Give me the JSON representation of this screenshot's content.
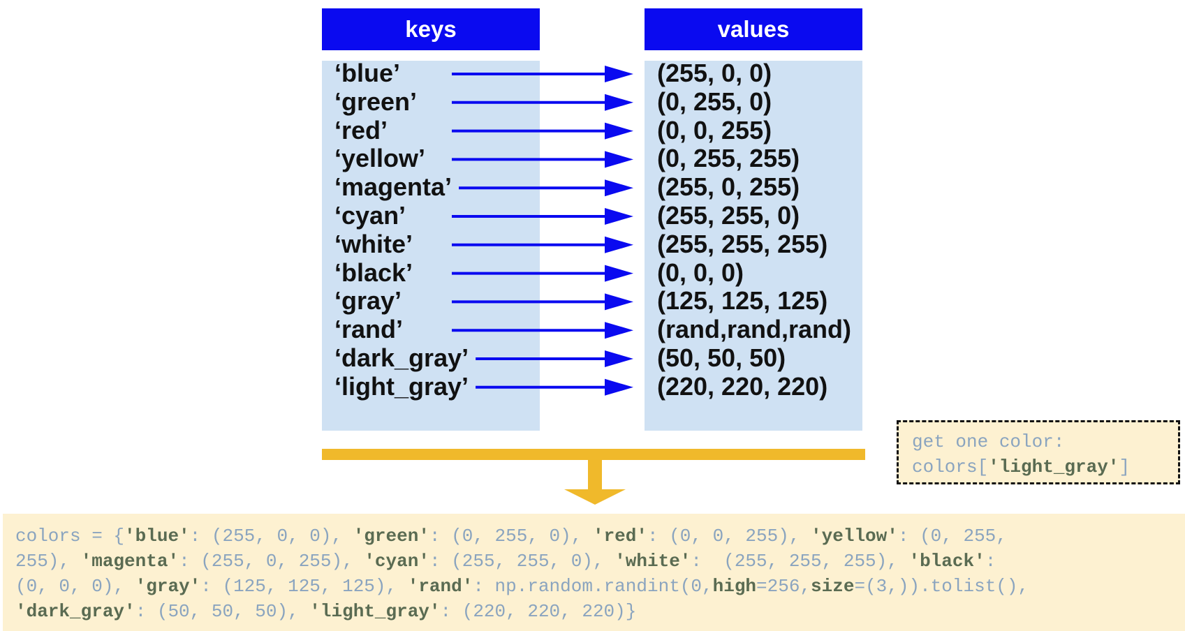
{
  "headers": {
    "keys": "keys",
    "values": "values"
  },
  "mapping": [
    {
      "key": "‘blue’",
      "value": "(255, 0, 0)"
    },
    {
      "key": "‘green’",
      "value": "(0, 255, 0)"
    },
    {
      "key": "‘red’",
      "value": "(0, 0, 255)"
    },
    {
      "key": "‘yellow’",
      "value": "(0, 255, 255)"
    },
    {
      "key": "‘magenta’",
      "value": "(255, 0, 255)"
    },
    {
      "key": "‘cyan’",
      "value": "(255, 255, 0)"
    },
    {
      "key": "‘white’",
      "value": "(255, 255, 255)"
    },
    {
      "key": "‘black’",
      "value": "(0, 0, 0)"
    },
    {
      "key": "‘gray’",
      "value": "(125, 125, 125)"
    },
    {
      "key": "‘rand’",
      "value": "(rand,rand,rand)"
    },
    {
      "key": "‘dark_gray’",
      "value": "(50, 50, 50)"
    },
    {
      "key": "‘light_gray’",
      "value": "(220, 220, 220)"
    }
  ],
  "get_one": {
    "line1": "get one color:",
    "line2_prefix": "colors[",
    "line2_key": "'light_gray'",
    "line2_suffix": "]"
  },
  "code": [
    [
      {
        "t": "colors = {",
        "k": false
      },
      {
        "t": "'blue'",
        "k": true
      },
      {
        "t": ": (255, 0, 0), ",
        "k": false
      },
      {
        "t": "'green'",
        "k": true
      },
      {
        "t": ": (0, 255, 0), ",
        "k": false
      },
      {
        "t": "'red'",
        "k": true
      },
      {
        "t": ": (0, 0, 255), ",
        "k": false
      },
      {
        "t": "'yellow'",
        "k": true
      },
      {
        "t": ": (0, 255,",
        "k": false
      }
    ],
    [
      {
        "t": "255), ",
        "k": false
      },
      {
        "t": "'magenta'",
        "k": true
      },
      {
        "t": ": (255, 0, 255), ",
        "k": false
      },
      {
        "t": "'cyan'",
        "k": true
      },
      {
        "t": ": (255, 255, 0), ",
        "k": false
      },
      {
        "t": "'white'",
        "k": true
      },
      {
        "t": ":  (255, 255, 255), ",
        "k": false
      },
      {
        "t": "'black'",
        "k": true
      },
      {
        "t": ":",
        "k": false
      }
    ],
    [
      {
        "t": "(0, 0, 0), ",
        "k": false
      },
      {
        "t": "'gray'",
        "k": true
      },
      {
        "t": ": (125, 125, 125), ",
        "k": false
      },
      {
        "t": "'rand'",
        "k": true
      },
      {
        "t": ": np.random.randint(0,",
        "k": false
      },
      {
        "t": "high",
        "k": true
      },
      {
        "t": "=256,",
        "k": false
      },
      {
        "t": "size",
        "k": true
      },
      {
        "t": "=(3,)).tolist(),",
        "k": false
      }
    ],
    [
      {
        "t": "'dark_gray'",
        "k": true
      },
      {
        "t": ": (50, 50, 50), ",
        "k": false
      },
      {
        "t": "'light_gray'",
        "k": true
      },
      {
        "t": ": (220, 220, 220)}",
        "k": false
      }
    ]
  ],
  "colors": {
    "header_blue": "#0a0af0",
    "panel_blue": "#cfe1f3",
    "arrow_blue": "#0a0af0",
    "gold": "#f0b92b",
    "code_bg": "#fdf1d1",
    "code_text": "#8aa4bf",
    "code_keyword": "#5a6b52"
  }
}
